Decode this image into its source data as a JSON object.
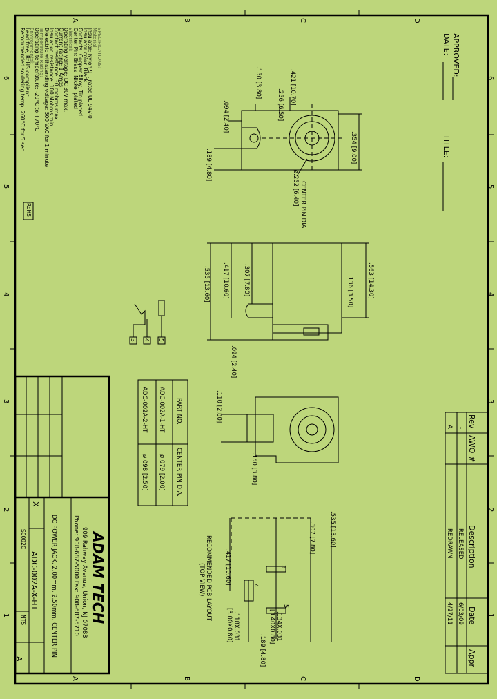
{
  "zones": {
    "letters": [
      "A",
      "B",
      "C",
      "D"
    ],
    "numbers": [
      "6",
      "5",
      "4",
      "3",
      "2",
      "1"
    ]
  },
  "header": {
    "approved_label": "APPROVED:",
    "date_label": "DATE:",
    "title_label": "TITLE:"
  },
  "specs": {
    "heading": "SPECIFICATIONS:",
    "lines": [
      "Material:",
      "Insulator: Nylon 9T, rated UL 94V-0",
      "Insulator color: Black",
      "Contacts: Copper Alloy, Tin plated",
      "Center Pin: Brass, Nickel plated",
      "Electrical:",
      "Operating voltage: DC 30V max.",
      "Current rating: 1 Amps",
      "Contact resistance: 30 mohms max.",
      "Insulation resistance: 100 Mohms min.",
      "Dielectric withstanding voltage: 500 VAC for 1 minute",
      "Temperature Rating:",
      "Operating temperature: -20°C to +70°C",
      "Environmental:",
      "Lead free, RoHS compliant",
      "Recommended soldering temp: 260°C for 5 sec."
    ],
    "rohs_badge": "RoHS"
  },
  "dimensions": {
    "top": [
      ".421 [10.70]",
      ".256 [6.50]",
      ".150 [3.80]",
      ".094 [2.40]",
      ".189 [4.80]",
      ".354 [9.00]",
      "ø.252 [6.40]",
      "CENTER PIN DIA."
    ],
    "side": [
      ".307 [7.80]",
      ".417 [10.60]",
      ".535 [13.60]",
      ".563 [14.30]",
      ".136 [3.50]",
      ".094 [2.40]"
    ],
    "front": [
      ".110 [2.80]",
      ".150 [3.80]"
    ],
    "pcb": [
      ".535 [13.60]",
      ".307 [7.80]",
      ".417 [10.60]",
      ".118X.031",
      "[3.00X0.80]",
      ".189 [4.80]",
      ".134X.031",
      "[3.40X0.80]",
      "3",
      "4",
      "5"
    ],
    "pcb_title": "RECOMMENDED PCB LAYOUT",
    "pcb_subtitle": "(TOP VIEW)",
    "schematic_pins": [
      "3",
      "4",
      "5"
    ]
  },
  "part_table": {
    "headers": [
      "PART NO.",
      "CENTER PIN DIA."
    ],
    "rows": [
      [
        "ADC-002A-1-HT",
        "ø.079 [2.00]"
      ],
      [
        "ADC-002A-2-HT",
        "ø.098 [2.50]"
      ]
    ]
  },
  "revision_table": {
    "headers": [
      "Rev",
      "AWO #",
      "Description",
      "Date",
      "Appr"
    ],
    "rows": [
      [
        "-",
        "",
        "RELEASED",
        "6/03/09",
        ""
      ],
      [
        "A",
        "",
        "REDRAWN",
        "4/27/11",
        ""
      ]
    ]
  },
  "title_block": {
    "company": "ADAM TECH",
    "address": "909 Rahway Avenue, Union, NJ 07083",
    "phone": "Phone: 908-687-5000 Fax: 908-687-5710",
    "description": "DC POWER JACK, 2.00mm, 2.50mm, CENTER PIN",
    "part_number": "ADC-002A-X-HT",
    "size": "X",
    "doc_number": "S0002C",
    "scale": "NTS",
    "rev": "A"
  }
}
